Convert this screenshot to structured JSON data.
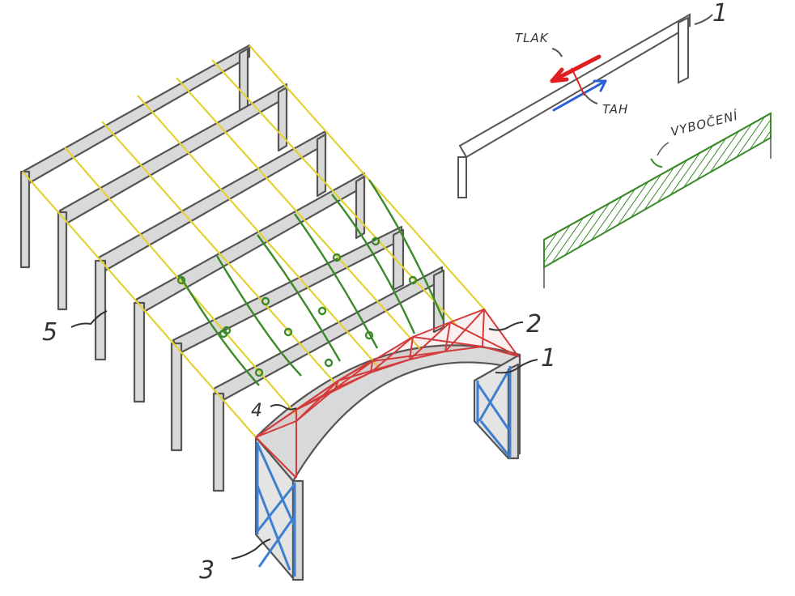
{
  "labels": {
    "frame_1": "1",
    "roof_bracing_2": "2",
    "wall_bracing_3": "3",
    "purlins_4": "4",
    "columns_5": "5",
    "detail_1": "1",
    "compression": "TLAK",
    "tension": "TAH",
    "buckling": "VYBOČENÍ"
  },
  "colors": {
    "frame": "#555555",
    "frame_fill": "#d9d9d9",
    "purlin": "#e2d233",
    "roof_bracing": "#d23b3b",
    "wall_bracing": "#3f7fd0",
    "restraint": "#3a8a2a",
    "compression_arrow": "#e02020",
    "tension_arrow": "#2a5fd6"
  }
}
